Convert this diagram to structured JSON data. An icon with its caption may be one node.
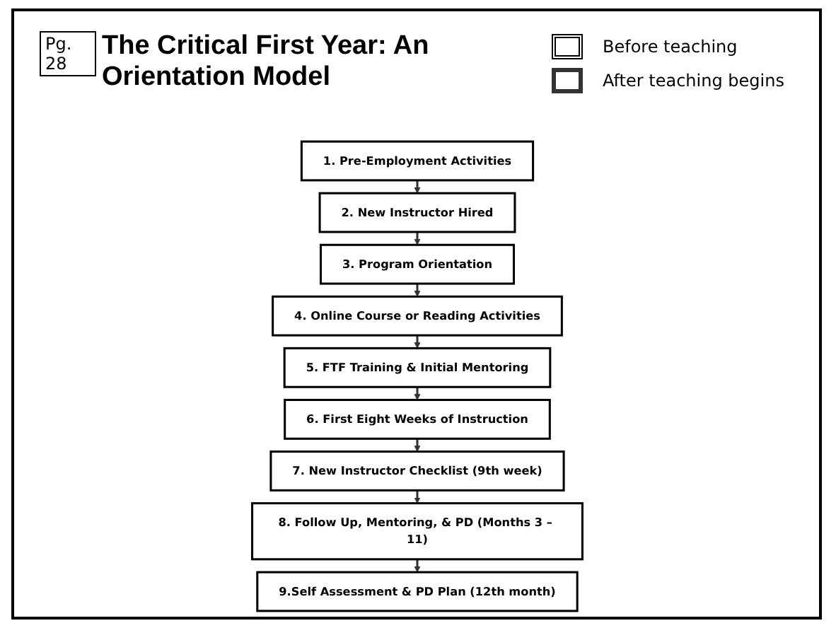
{
  "diagram": {
    "title": "The Critical First Year: An Orientation Model",
    "nodes": [
      {
        "text": [
          "1. Pre-Employment Activities"
        ]
      },
      {
        "text": [
          "2. New Instructor Hired"
        ]
      },
      {
        "text": [
          "3. Program Orientation"
        ]
      },
      {
        "text": [
          "4. Online Course or Reading Activities"
        ]
      },
      {
        "text": [
          "5. FTF Training & Initial Mentoring"
        ]
      },
      {
        "text": [
          "6. First Eight Weeks of Instruction"
        ]
      },
      {
        "text": [
          "7. New Instructor Checklist (9th week)"
        ]
      },
      {
        "text": [
          "8. Follow Up, Mentoring, & PD (Months 3 – 11)"
        ]
      },
      {
        "text": [
          "9.Self Assessment & PD Plan (12th month)"
        ]
      }
    ],
    "edges": [
      {
        "from": 0,
        "to": 1,
        "arrow": "to"
      },
      {
        "from": 1,
        "to": 2,
        "arrow": "to"
      },
      {
        "from": 2,
        "to": 3,
        "arrow": "to"
      },
      {
        "from": 3,
        "to": 4,
        "arrow": "to"
      },
      {
        "from": 4,
        "to": 5,
        "arrow": "to"
      },
      {
        "from": 5,
        "to": 6,
        "arrow": "to"
      },
      {
        "from": 6,
        "to": 7,
        "arrow": "to"
      },
      {
        "from": 7,
        "to": 8,
        "arrow": "to"
      }
    ],
    "labels": [
      "Pg. 28"
    ],
    "legend": [
      {
        "text": "Before teaching"
      },
      {
        "text": "After teaching begins"
      }
    ]
  }
}
